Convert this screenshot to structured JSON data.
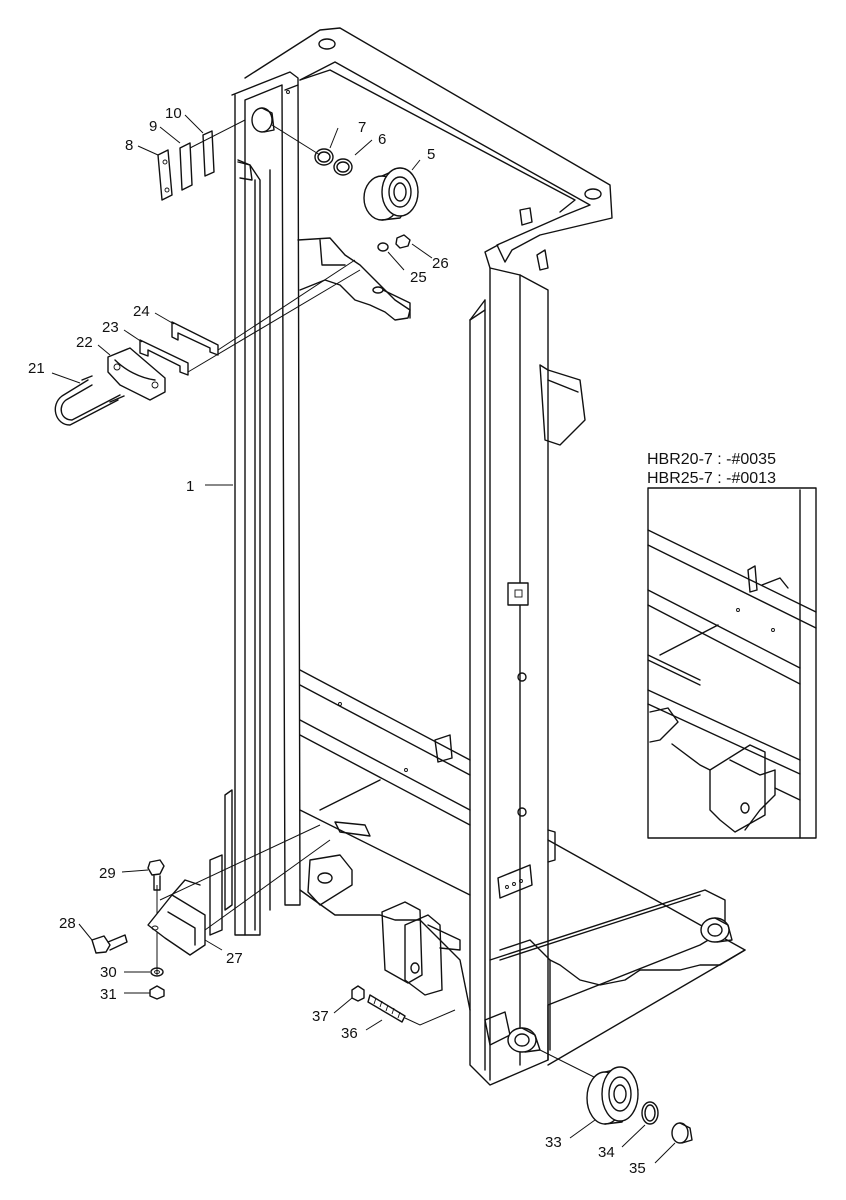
{
  "labels": {
    "p1": "1",
    "p5": "5",
    "p6": "6",
    "p7": "7",
    "p8": "8",
    "p9": "9",
    "p10": "10",
    "p21": "21",
    "p22": "22",
    "p23": "23",
    "p24": "24",
    "p25": "25",
    "p26": "26",
    "p27": "27",
    "p28": "28",
    "p29": "29",
    "p30": "30",
    "p31": "31",
    "p33": "33",
    "p34": "34",
    "p35": "35",
    "p36": "36",
    "p37": "37"
  },
  "inset": {
    "line1": "HBR20-7 : -#0035",
    "line2": "HBR25-7 : -#0013"
  }
}
